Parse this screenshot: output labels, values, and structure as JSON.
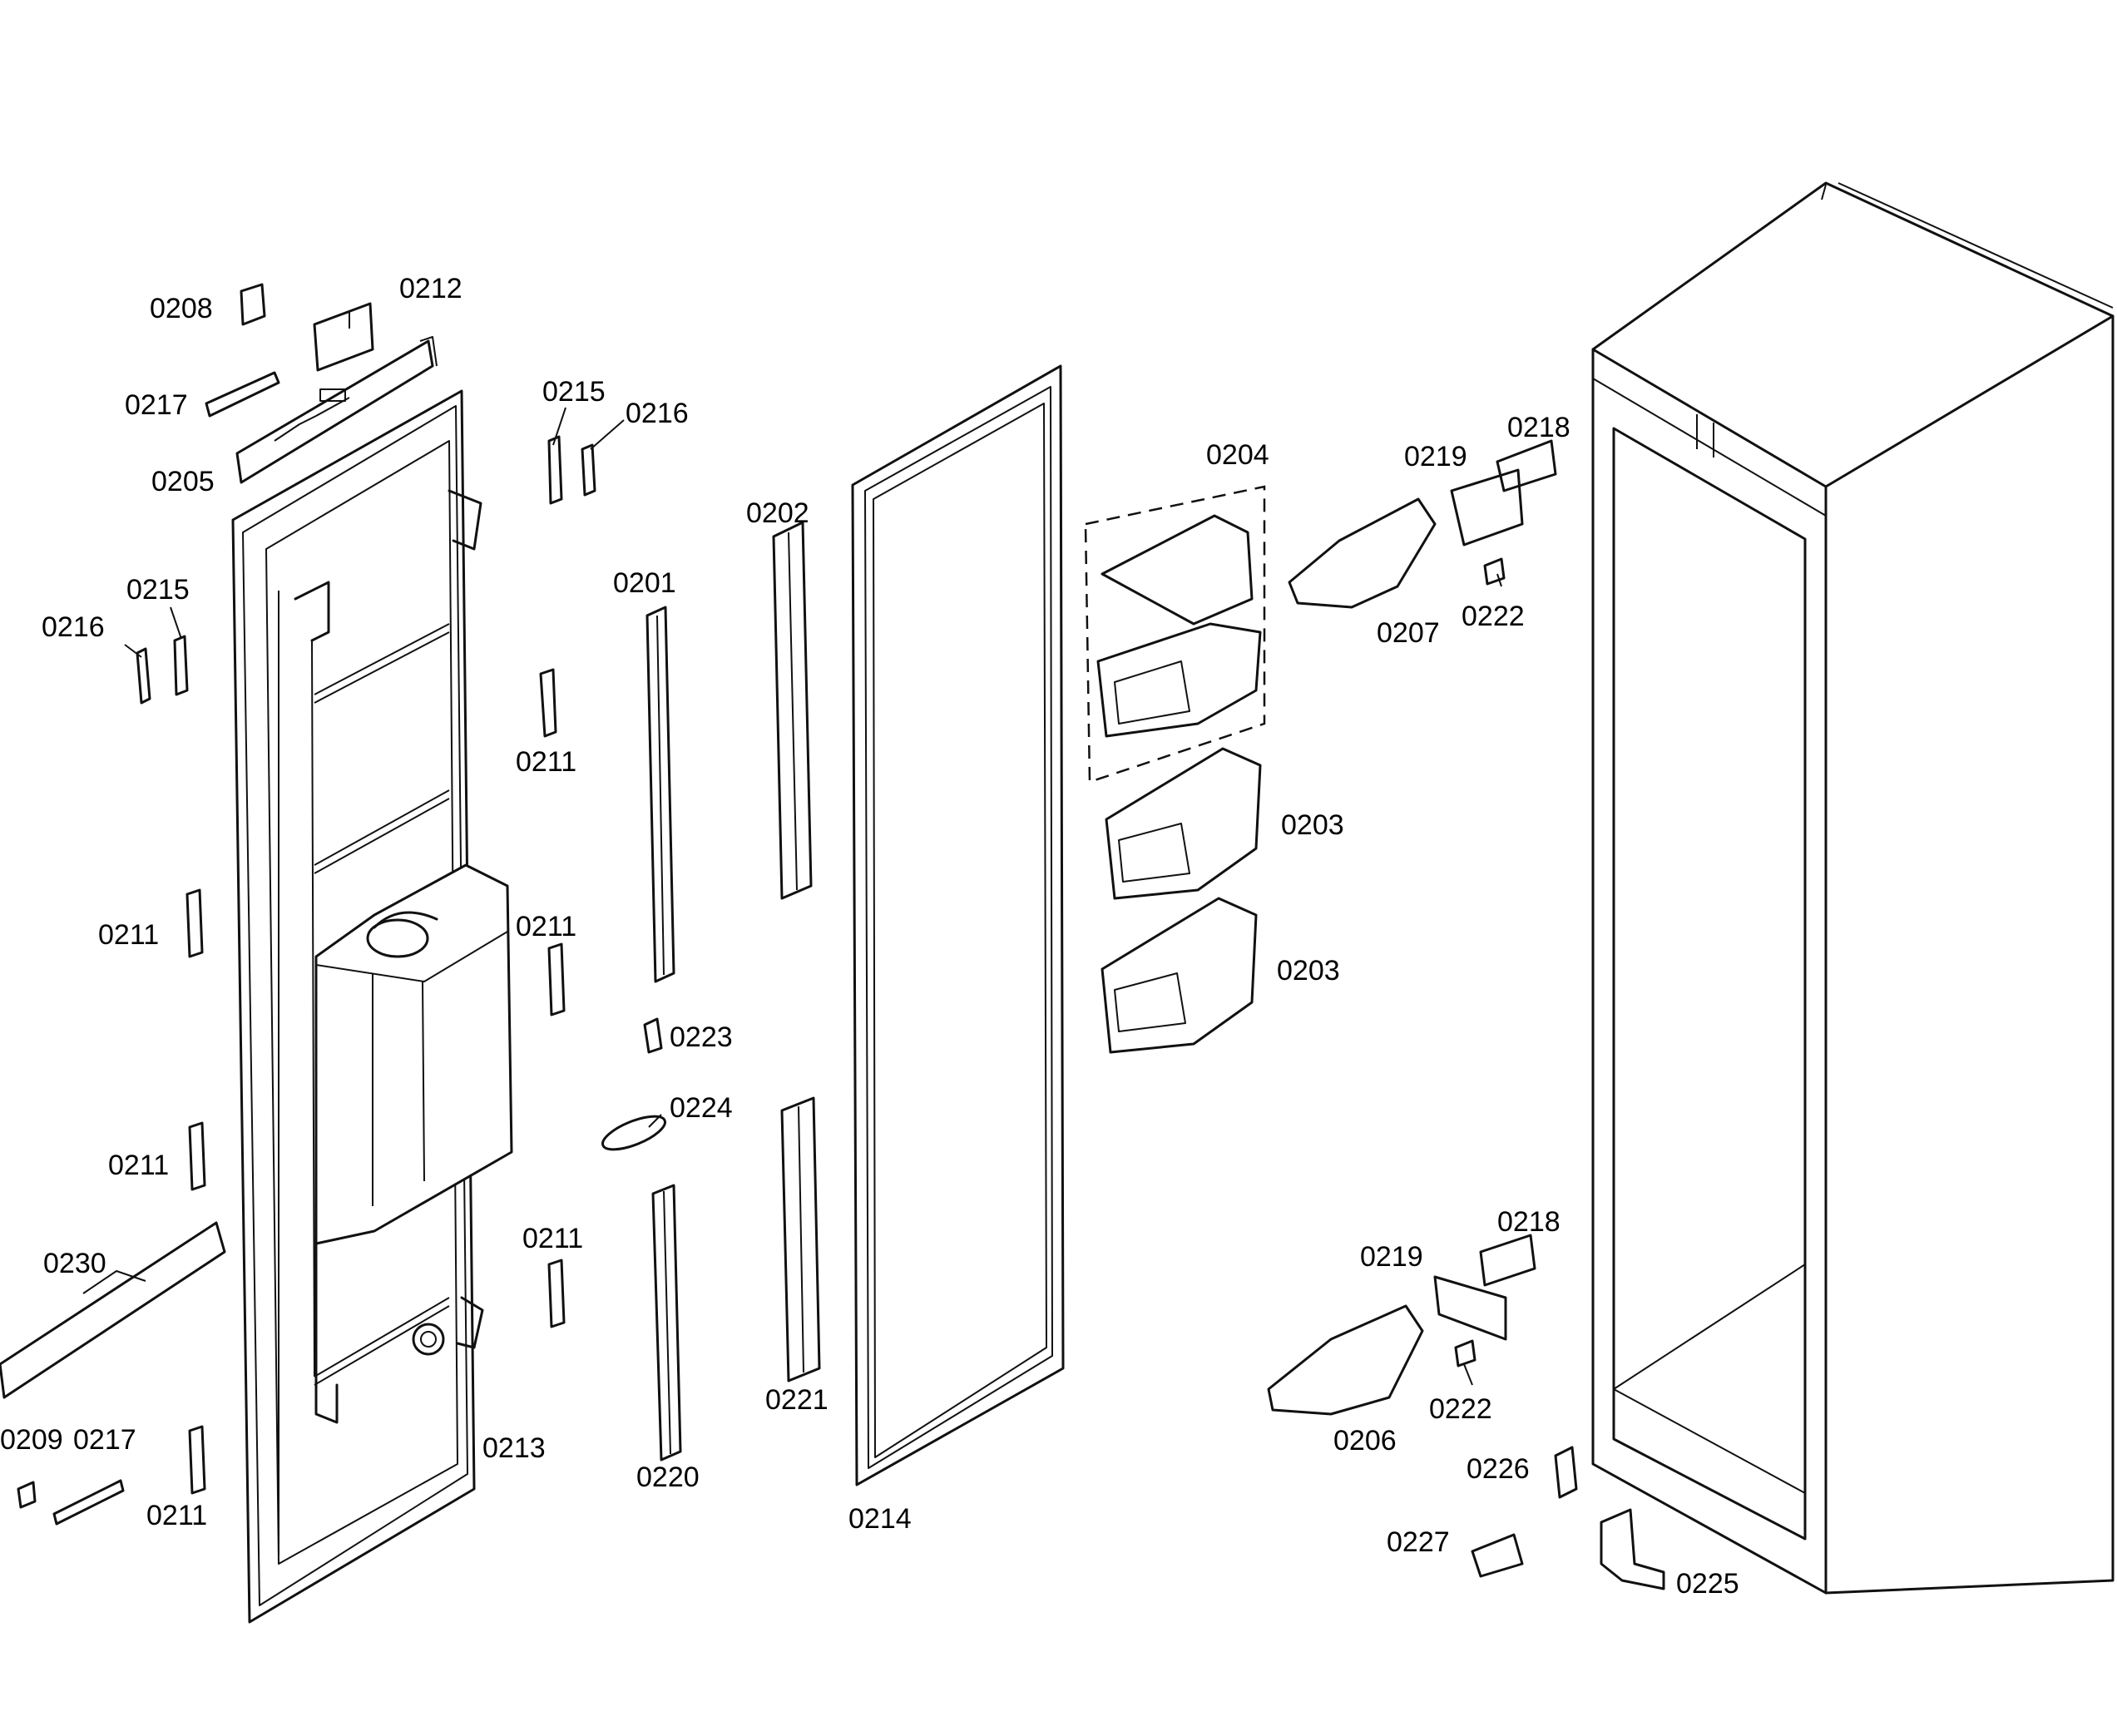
{
  "callouts": {
    "c0201": "0201",
    "c0202": "0202",
    "c0203a": "0203",
    "c0203b": "0203",
    "c0204": "0204",
    "c0205": "0205",
    "c0206": "0206",
    "c0207": "0207",
    "c0208": "0208",
    "c0209": "0209",
    "c0211a": "0211",
    "c0211b": "0211",
    "c0211c": "0211",
    "c0211d": "0211",
    "c0211e": "0211",
    "c0211f": "0211",
    "c0212": "0212",
    "c0213": "0213",
    "c0214": "0214",
    "c0215a": "0215",
    "c0215b": "0215",
    "c0216a": "0216",
    "c0216b": "0216",
    "c0217a": "0217",
    "c0217b": "0217",
    "c0218a": "0218",
    "c0218b": "0218",
    "c0219a": "0219",
    "c0219b": "0219",
    "c0220": "0220",
    "c0221": "0221",
    "c0222a": "0222",
    "c0222b": "0222",
    "c0223": "0223",
    "c0224": "0224",
    "c0225": "0225",
    "c0226": "0226",
    "c0227": "0227",
    "c0230": "0230"
  }
}
